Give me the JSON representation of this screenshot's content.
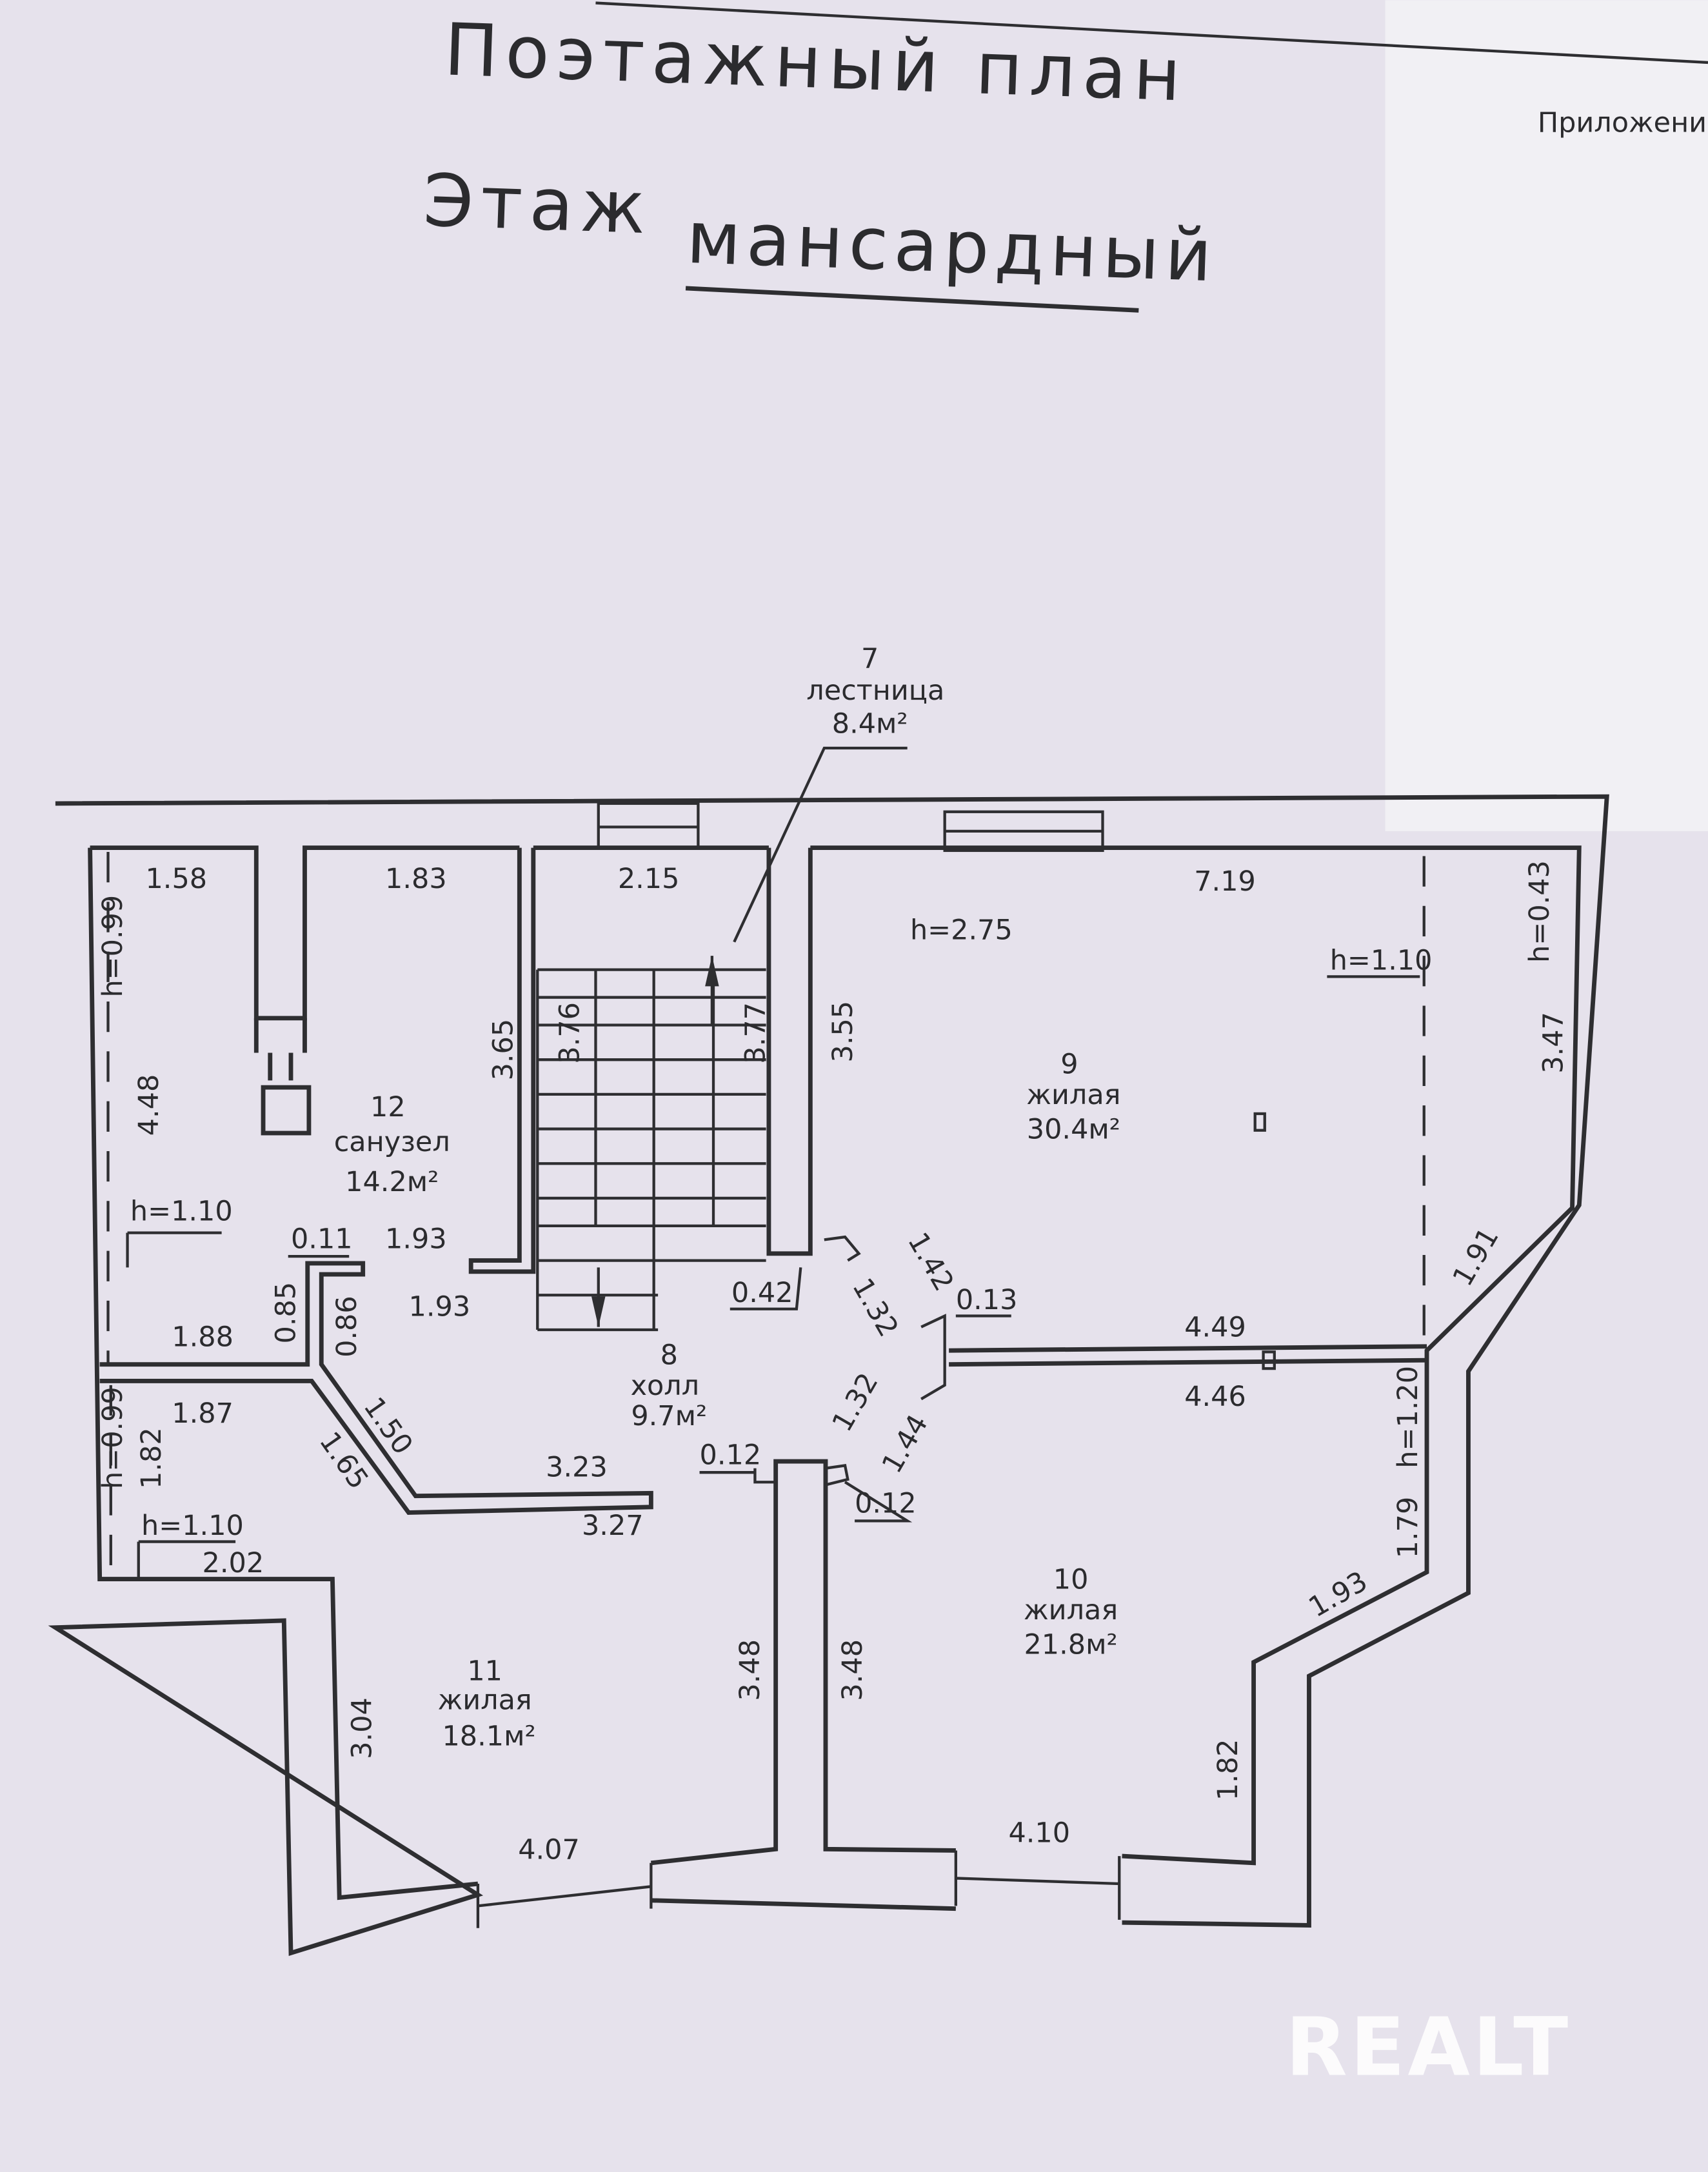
{
  "header": {
    "title": "Поэтажный план",
    "subtitle_prefix": "Этаж",
    "subtitle_floor": "мансардный",
    "appendix": "Приложени"
  },
  "rooms": [
    {
      "number": "7",
      "name": "лестница",
      "area": "8.4м²"
    },
    {
      "number": "8",
      "name": "холл",
      "area": "9.7м²"
    },
    {
      "number": "9",
      "name": "жилая",
      "area": "30.4м²"
    },
    {
      "number": "10",
      "name": "жилая",
      "area": "21.8м²"
    },
    {
      "number": "11",
      "name": "жилая",
      "area": "18.1м²"
    },
    {
      "number": "12",
      "name": "санузел",
      "area": "14.2м²"
    }
  ],
  "dimensions": {
    "d158": "1.58",
    "d183": "1.83",
    "d215": "2.15",
    "d719": "7.19",
    "h275": "h=2.75",
    "h110a": "h=1.10",
    "h043": "h=0.43",
    "d347": "3.47",
    "h099a": "h=0.99",
    "d448": "4.48",
    "h110b": "h=1.10",
    "d365": "3.65",
    "d376": "3.76",
    "d377": "3.77",
    "d355": "3.55",
    "d011": "0.11",
    "d193a": "1.93",
    "d193b": "1.93",
    "d085": "0.85",
    "d086": "0.86",
    "d188": "1.88",
    "d042": "0.42",
    "d142": "1.42",
    "d132a": "1.32",
    "d013": "0.13",
    "d449": "4.49",
    "d191": "1.91",
    "d446": "4.46",
    "d132b": "1.32",
    "d144": "1.44",
    "d012a": "0.12",
    "d012b": "0.12",
    "h099b": "h=0.99",
    "d187": "1.87",
    "d182a": "1.82",
    "d150": "1.50",
    "d165": "1.65",
    "d323": "3.23",
    "d327": "3.27",
    "h110c": "h=1.10",
    "d202": "2.02",
    "h120": "h=1.20",
    "d179": "1.79",
    "d193c": "1.93",
    "d304": "3.04",
    "d348a": "3.48",
    "d348b": "3.48",
    "d182b": "1.82",
    "d407": "4.07",
    "d410": "4.10"
  },
  "watermark": "REALT"
}
